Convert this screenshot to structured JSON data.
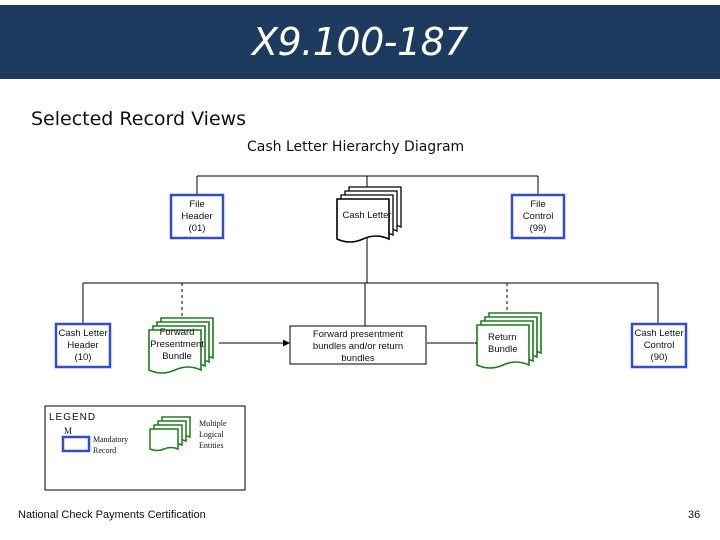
{
  "banner": {
    "title": "X9.100-187"
  },
  "section_title": "Selected Record Views",
  "diagram": {
    "title": "Cash Letter Hierarchy Diagram",
    "nodes": {
      "file_header": "File\nHeader\n(01)",
      "cash_letter": "Cash Letter",
      "file_control": "File\nControl\n(99)",
      "cash_letter_header": "Cash Letter\nHeader\n(10)",
      "forward_presentment": "Forward\nPresentment\nBundle",
      "bundles": "Forward presentment\nbundles and/or  return\nbundles",
      "return_bundle": "Return\nBundle",
      "cash_letter_control": "Cash Letter\nControl\n(90)"
    },
    "colors": {
      "mandatory": "#2f4fc4",
      "banner": "#1d3a5f"
    }
  },
  "legend": {
    "title": "LEGEND",
    "mandatory_symbol": "M",
    "mandatory_label": "Mandatory\nRecord",
    "multiple_label": "Multiple\nLogical\nEntities"
  },
  "footer": {
    "text": "National Check Payments Certification",
    "page_number": "36"
  }
}
